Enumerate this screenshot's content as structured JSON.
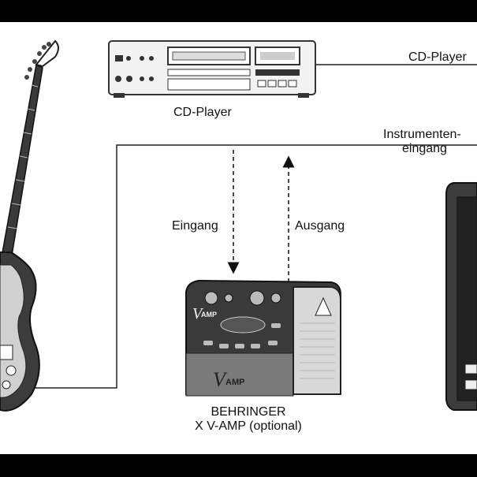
{
  "labels": {
    "cd_player": "CD-Player",
    "cd_player_in": "CD-Player",
    "instrument_in_line1": "Instrumenten-",
    "instrument_in_line2": "eingang",
    "input": "Eingang",
    "output": "Ausgang",
    "vamp_line1": "BEHRINGER",
    "vamp_line2": "X V-AMP (optional)"
  },
  "device_text": {
    "vamp_logo": "AMP",
    "vamp_logo_lower": "AMP"
  },
  "colors": {
    "frame": "#000000",
    "background": "#ffffff",
    "cable": "#222222",
    "device_dark": "#3a3a3a",
    "device_mid": "#7a7a7a",
    "device_light": "#d8d8d8"
  }
}
